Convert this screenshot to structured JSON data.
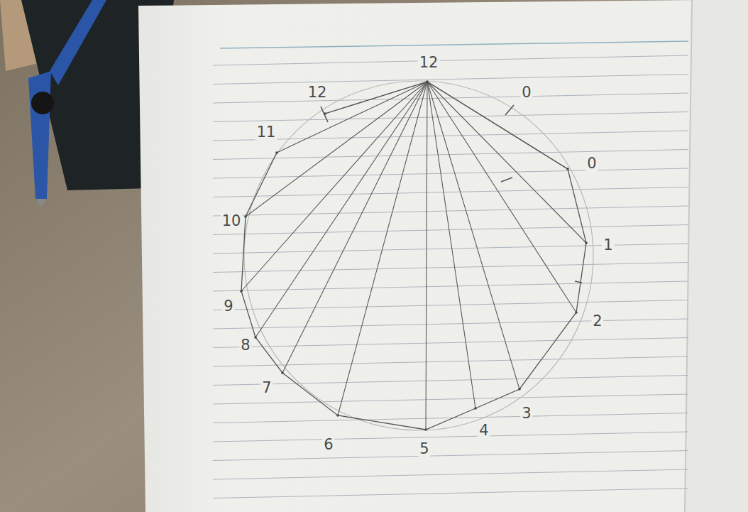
{
  "diagram": {
    "labels": [
      "12",
      "12",
      "0",
      "0",
      "1",
      "2",
      "3",
      "4",
      "5",
      "6",
      "7",
      "8",
      "9",
      "10",
      "11"
    ]
  }
}
